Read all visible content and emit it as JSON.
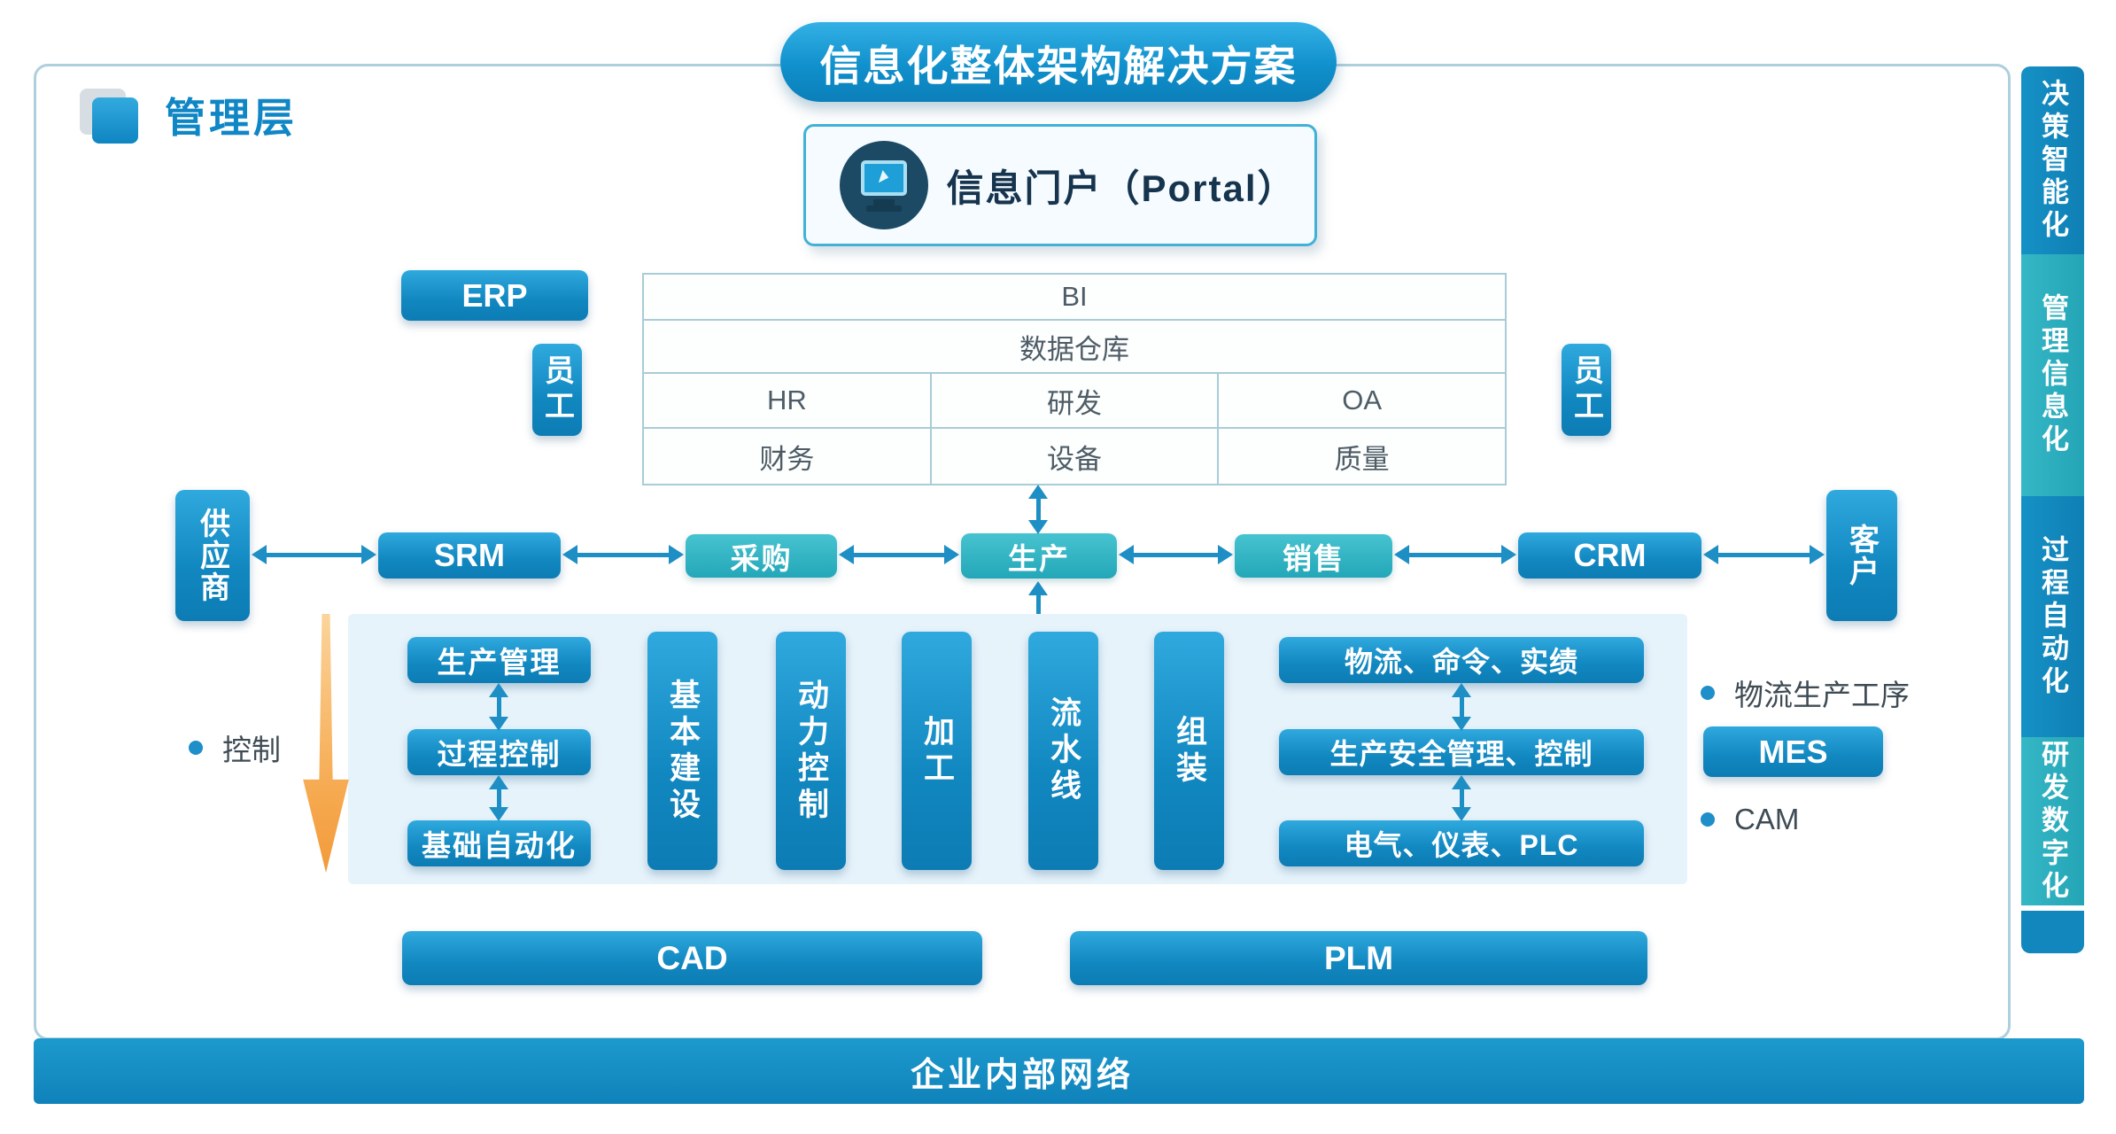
{
  "title": "信息化整体架构解决方案",
  "layer_label": "管理层",
  "portal": {
    "label": "信息门户（Portal）"
  },
  "erp_label": "ERP",
  "employee_left": "员工",
  "employee_right": "员工",
  "bi_table": {
    "row1": "BI",
    "row2": "数据仓库",
    "row3": [
      "HR",
      "研发",
      "OA"
    ],
    "row4": [
      "财务",
      "设备",
      "质量"
    ]
  },
  "chain": {
    "supplier": "供应商",
    "srm": "SRM",
    "purchase": "采购",
    "production": "生产",
    "sales": "销售",
    "crm": "CRM",
    "customer": "客户"
  },
  "production_area": {
    "left_stack": [
      "生产管理",
      "过程控制",
      "基础自动化"
    ],
    "columns": [
      "基本建设",
      "动力控制",
      "加工",
      "流水线",
      "组装"
    ],
    "right_stack": [
      "物流、命令、实绩",
      "生产安全管理、控制",
      "电气、仪表、PLC"
    ],
    "control_bullet": "控制",
    "logistics_bullet": "物流生产工序",
    "mes_label": "MES",
    "cam_bullet": "CAM"
  },
  "bottom": {
    "cad": "CAD",
    "plm": "PLM",
    "network": "企业内部网络"
  },
  "sidebar": {
    "items": [
      {
        "label": "决策智能化"
      },
      {
        "label": "管理信息化"
      },
      {
        "label": "过程自动化"
      },
      {
        "label": "研发数字化"
      }
    ]
  },
  "colors": {
    "primary_blue": "#1187c0",
    "teal": "#23a7b8",
    "light_panel": "#e6f3fb",
    "arrow_blue": "#1e8fc4",
    "orange": "#f6a94f",
    "frame_border": "#aecfdd",
    "label_blue": "#0f86c5"
  }
}
